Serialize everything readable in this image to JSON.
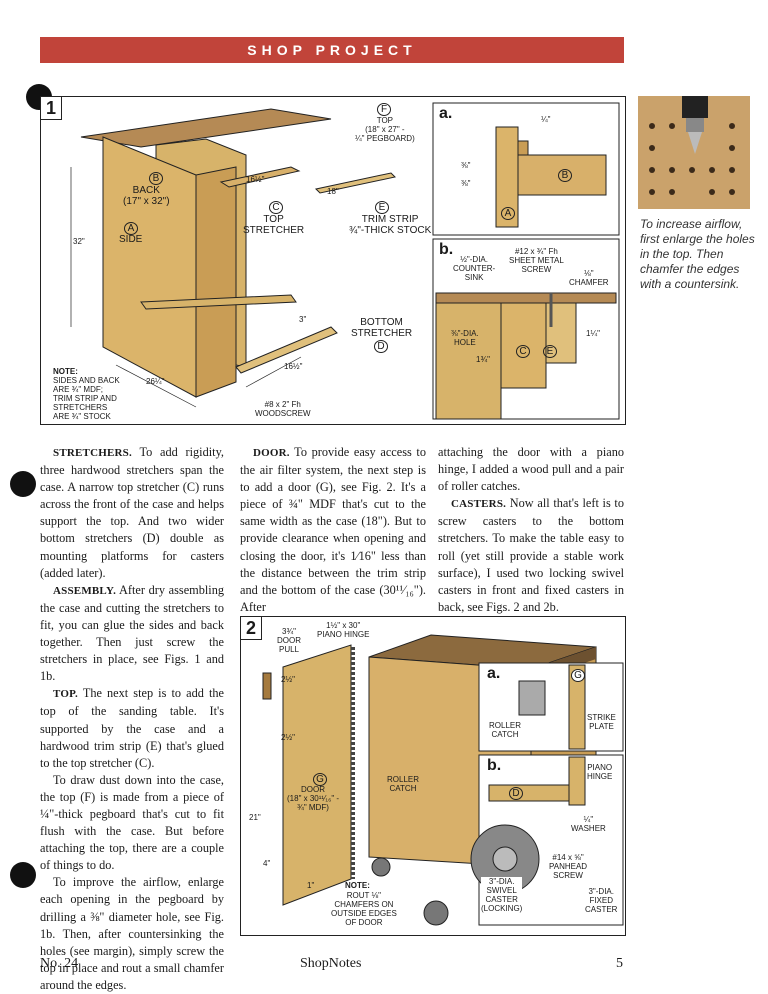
{
  "header": {
    "banner": "SHOP PROJECT"
  },
  "figure1": {
    "number": "1",
    "labels": {
      "top_f": "F",
      "top": "TOP\n(18\" x 27\" -\n¼\" PEGBOARD)",
      "back_b": "B",
      "back": "BACK\n(17\" x 32\")",
      "side_a": "A",
      "side": "SIDE",
      "stretcher_c": "C",
      "top_stretcher": "TOP\nSTRETCHER",
      "trim_e": "E",
      "trim": "TRIM STRIP\n¾\"-THICK STOCK",
      "bottom_stretcher": "BOTTOM\nSTRETCHER",
      "bottom_d": "D",
      "dim_32": "32\"",
      "dim_16a": "16½\"",
      "dim_18": "18\"",
      "dim_3": "3\"",
      "dim_16b": "16½\"",
      "dim_26": "26¼\"",
      "screw": "#8 x 2\" Fh\nWOODSCREW",
      "note_title": "NOTE:",
      "note": "SIDES AND BACK\nARE ¾\" MDF;\nTRIM STRIP AND\nSTRETCHERS\nARE ¾\" STOCK"
    },
    "detail_a": {
      "letter": "a.",
      "dim_quarter": "¼\"",
      "dim_38a": "⅜\"",
      "dim_38b": "⅜\"",
      "b": "B",
      "a": "A"
    },
    "detail_b": {
      "letter": "b.",
      "countersink": "½\"-DIA.\nCOUNTER-\nSINK",
      "screw": "#12 x ¾\" Fh\nSHEET METAL\nSCREW",
      "chamfer": "⅛\"\nCHAMFER",
      "hole": "⅜\"-DIA.\nHOLE",
      "dim_114": "1¼\"",
      "dim_134": "1¾\"",
      "c": "C",
      "e": "E"
    }
  },
  "margin": {
    "caption": "To increase airflow, first enlarge the holes in the top. Then chamfer the edges with a countersink."
  },
  "text": {
    "col1": {
      "p1_head": "STRETCHERS.",
      "p1": " To add rigidity, three hardwood stretchers span the case. A narrow top stretcher (C) runs across the front of the case and helps support the top. And two wider bottom stretchers (D) double as mounting platforms for casters (added later).",
      "p2_head": "ASSEMBLY.",
      "p2": " After dry assembling the case and cutting the stretchers to fit, you can glue the sides and back together. Then just screw the stretchers in place, see Figs. 1 and 1b.",
      "p3_head": "TOP.",
      "p3": " The next step is to add the top of the sanding table. It's supported by the case and a hardwood trim strip (E) that's glued to the top stretcher (C).",
      "p4": "To draw dust down into the case, the top (F) is made from a piece of ¼\"-thick pegboard that's cut to fit flush with the case. But before attaching the top, there are a couple of things to do.",
      "p5": "To improve the airflow, enlarge each opening in the pegboard by drilling a ⅜\" diameter hole, see Fig. 1b. Then, after countersinking the holes (see margin), simply screw the top in place and rout a small chamfer around the edges."
    },
    "col2": {
      "p1_head": "DOOR.",
      "p1": " To provide easy access to the air filter system, the next step is to add a door (G), see Fig. 2. It's a piece of ¾\" MDF that's cut to the same width as the case (18\"). But to provide clearance when opening and closing the door, it's 1⁄16\" less than the distance between the trim strip and the bottom of the case (30¹¹⁄₁₆\"). After"
    },
    "col3": {
      "p1": "attaching the door with a piano hinge, I added a wood pull and a pair of roller catches.",
      "p2_head": "CASTERS.",
      "p2": " Now all that's left is to screw casters to the bottom stretchers. To make the table easy to roll (yet still provide a stable work surface), I used two locking swivel casters in front and fixed casters in back, see Figs. 2 and 2b."
    }
  },
  "figure2": {
    "number": "2",
    "labels": {
      "pull": "3¾\"\nDOOR\nPULL",
      "hinge": "1½\" x 30\"\nPIANO HINGE",
      "dim_212a": "2½\"",
      "dim_212b": "2½\"",
      "door_g": "G",
      "door": "DOOR\n(18\" x 30¹¹⁄₁₆\" -\n¾\" MDF)",
      "roller_catch": "ROLLER\nCATCH",
      "dim_21": "21\"",
      "dim_4": "4\"",
      "dim_1": "1\"",
      "note_title": "NOTE:",
      "note": "ROUT ⅛\"\nCHAMFERS ON\nOUTSIDE EDGES\nOF DOOR",
      "swivel": "3\"-DIA.\nSWIVEL\nCASTER\n(LOCKING)",
      "fixed": "3\"-DIA.\nFIXED\nCASTER"
    },
    "detail_a": {
      "letter": "a.",
      "g": "G",
      "roller": "ROLLER\nCATCH",
      "strike": "STRIKE\nPLATE"
    },
    "detail_b": {
      "letter": "b.",
      "piano": "PIANO\nHINGE",
      "d": "D",
      "washer": "¼\"\nWASHER",
      "screw": "#14 x ⅝\"\nPANHEAD\nSCREW"
    }
  },
  "footer": {
    "issue": "No. 24",
    "magazine": "ShopNotes",
    "page": "5"
  }
}
